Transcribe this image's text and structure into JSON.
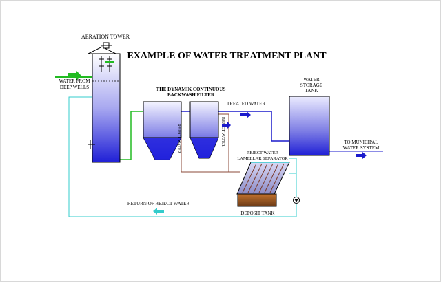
{
  "title": "EXAMPLE OF WATER TREATMENT PLANT",
  "labels": {
    "aeration_tower": "AERATION TOWER",
    "water_from_line1": "WATER FROM",
    "water_from_line2": "DEEP WELLS",
    "filter_line1": "THE DYNAMIK CONTINUOUS",
    "filter_line2": "BACKWASH FILTER",
    "treated_water": "TREATED WATER",
    "storage_line1": "WATER",
    "storage_line2": "STORAGE",
    "storage_line3": "TANK",
    "municipal_line1": "TO MUNICIPAL",
    "municipal_line2": "WATER SYSTEM",
    "reject_water_1": "REJECT WATER",
    "reject_water_2": "REJECT WATER",
    "separator_line1": "REJECT WATER",
    "separator_line2": "LAMELLAR SEPARATOR",
    "return_reject": "RETURN OF REJECT WATER",
    "deposit_tank": "DEPOSIT TANK"
  },
  "colors": {
    "green_line": "#22bb22",
    "cyan_line": "#33cccc",
    "blue_line": "#1a1acc",
    "brown_line": "#8b4a3a",
    "tank_blue": "#1f1fd6",
    "tank_light": "#f4f4ff"
  }
}
